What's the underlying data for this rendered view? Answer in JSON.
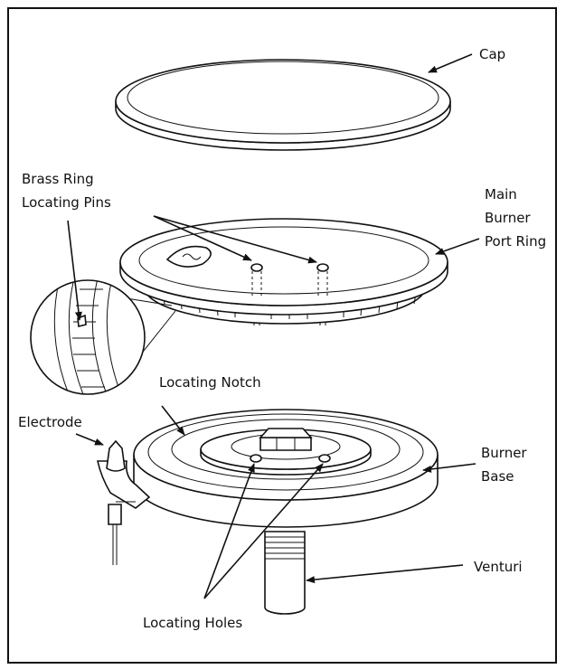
{
  "labels": {
    "cap": "Cap",
    "brass_ring_line1": "Brass Ring",
    "brass_ring_line2": "Locating Pins",
    "main_burner_line1": "Main",
    "main_burner_line2": "Burner",
    "main_burner_line3": "Port Ring",
    "locating_notch": "Locating Notch",
    "electrode": "Electrode",
    "burner_base_line1": "Burner",
    "burner_base_line2": "Base",
    "venturi": "Venturi",
    "locating_holes": "Locating Holes"
  },
  "colors": {
    "line": "#111111",
    "background": "#ffffff"
  }
}
